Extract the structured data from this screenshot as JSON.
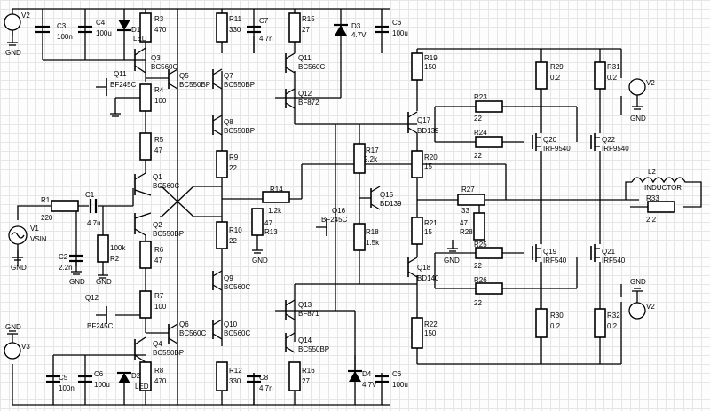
{
  "labels": {
    "v2_top": "V2",
    "v3_bot": "V3",
    "v1": "V1",
    "vsin": "VSIN",
    "vout_top": "V2",
    "vout_bot": "V2",
    "gnd": "GND",
    "c3": "C3",
    "c3v": "100n",
    "c4": "C4",
    "c4v": "100u",
    "c5": "C5",
    "c5v": "100n",
    "c6a": "C6",
    "c6av": "100u",
    "c7": "C7",
    "c7v": "4.7n",
    "c8": "C8",
    "c8v": "4.7n",
    "c6b": "C6",
    "c6bv": "100u",
    "c6c": "C6",
    "c6cv": "100u",
    "c1": "C1",
    "c1v": "4.7u",
    "c2": "C2",
    "c2v": "2.2n",
    "d1": "D1",
    "d1v": "LED",
    "d2": "D2",
    "d2v": "LED",
    "d3": "D3",
    "d3v": "4.7V",
    "d4": "D4",
    "d4v": "4.7V",
    "r1": "R1",
    "r1v": "220",
    "r2": "R2",
    "r2v": "100k",
    "r3": "R3",
    "r3v": "470",
    "r4": "R4",
    "r4v": "100",
    "r5": "R5",
    "r5v": "47",
    "r6": "R6",
    "r6v": "47",
    "r7": "R7",
    "r7v": "100",
    "r8": "R8",
    "r8v": "470",
    "r9": "R9",
    "r9v": "22",
    "r10": "R10",
    "r10v": "22",
    "r11": "R11",
    "r11v": "330",
    "r12": "R12",
    "r12v": "330",
    "r13": "R13",
    "r13v": "47",
    "r14": "R14",
    "r14v": "1.2k",
    "r15": "R15",
    "r15v": "27",
    "r16": "R16",
    "r16v": "27",
    "r17": "R17",
    "r17v": "2.2k",
    "r18": "R18",
    "r18v": "1.5k",
    "r19": "R19",
    "r19v": "150",
    "r20": "R20",
    "r20v": "15",
    "r21": "R21",
    "r21v": "15",
    "r22": "R22",
    "r22v": "150",
    "r23": "R23",
    "r23v": "22",
    "r24": "R24",
    "r24v": "22",
    "r25": "R25",
    "r25v": "22",
    "r26": "R26",
    "r26v": "22",
    "r27": "R27",
    "r27v": "33",
    "r28": "R28",
    "r28v": "47",
    "r29": "R29",
    "r29v": "0.2",
    "r30": "R30",
    "r30v": "0.2",
    "r31": "R31",
    "r31v": "0.2",
    "r32": "R32",
    "r32v": "0.2",
    "r33": "R33",
    "r33v": "2.2",
    "q1": "Q1",
    "q1v": "BC560C",
    "q2": "Q2",
    "q2v": "BC550BP",
    "q3": "Q3",
    "q3v": "BC560C",
    "q4": "Q4",
    "q4v": "BC550BP",
    "q5": "Q5",
    "q5v": "BC550BP",
    "q6": "Q6",
    "q6v": "BC560C",
    "q7": "Q7",
    "q7v": "BC550BP",
    "q8": "Q8",
    "q8v": "BC550BP",
    "q9": "Q9",
    "q9v": "BC560C",
    "q10": "Q10",
    "q10v": "BC560C",
    "q11a": "Q11",
    "q11av": "BF245C",
    "q11b": "Q11",
    "q11bv": "BC560C",
    "q12": "Q12",
    "q12v": "BF872",
    "q13": "Q13",
    "q13v": "BF871",
    "q14": "Q14",
    "q14v": "BC550BP",
    "q15": "Q15",
    "q15v": "BD139",
    "q16": "Q16",
    "q16v": "BF245C",
    "q17": "Q17",
    "q17v": "BD139",
    "q18": "Q18",
    "q18v": "BD140",
    "q19": "Q19",
    "q19v": "IRF540",
    "q20": "Q20",
    "q20v": "IRF9540",
    "q21": "Q21",
    "q21v": "IRF540",
    "q22": "Q22",
    "q22v": "IRF9540",
    "q12b": "Q12",
    "q12bv": "BF245C",
    "l2": "L2",
    "l2v": "INDUCTOR"
  }
}
